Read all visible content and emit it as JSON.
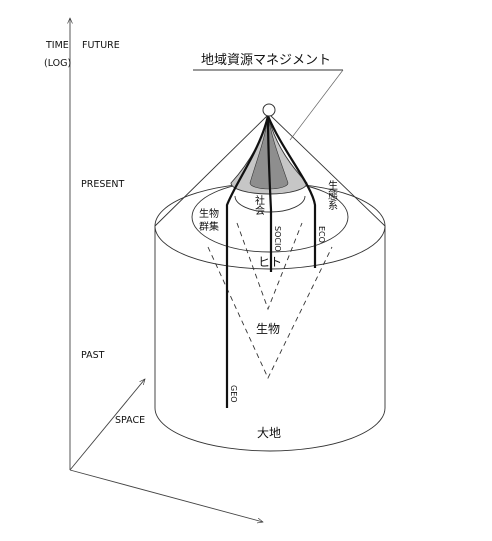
{
  "axis": {
    "time_label": "TIME",
    "log_label": "(LOG)",
    "future": "FUTURE",
    "present": "PRESENT",
    "past": "PAST",
    "space": "SPACE"
  },
  "title": "地域資源マネジメント",
  "layers": {
    "earth": "大地",
    "organisms": "生物",
    "human": "ヒト",
    "society": "社会",
    "community": "生物\n群集",
    "ecosystem": "生態系"
  },
  "lines": {
    "geo": "GEO",
    "socio": "SOCIO",
    "eco": "ECO"
  }
}
